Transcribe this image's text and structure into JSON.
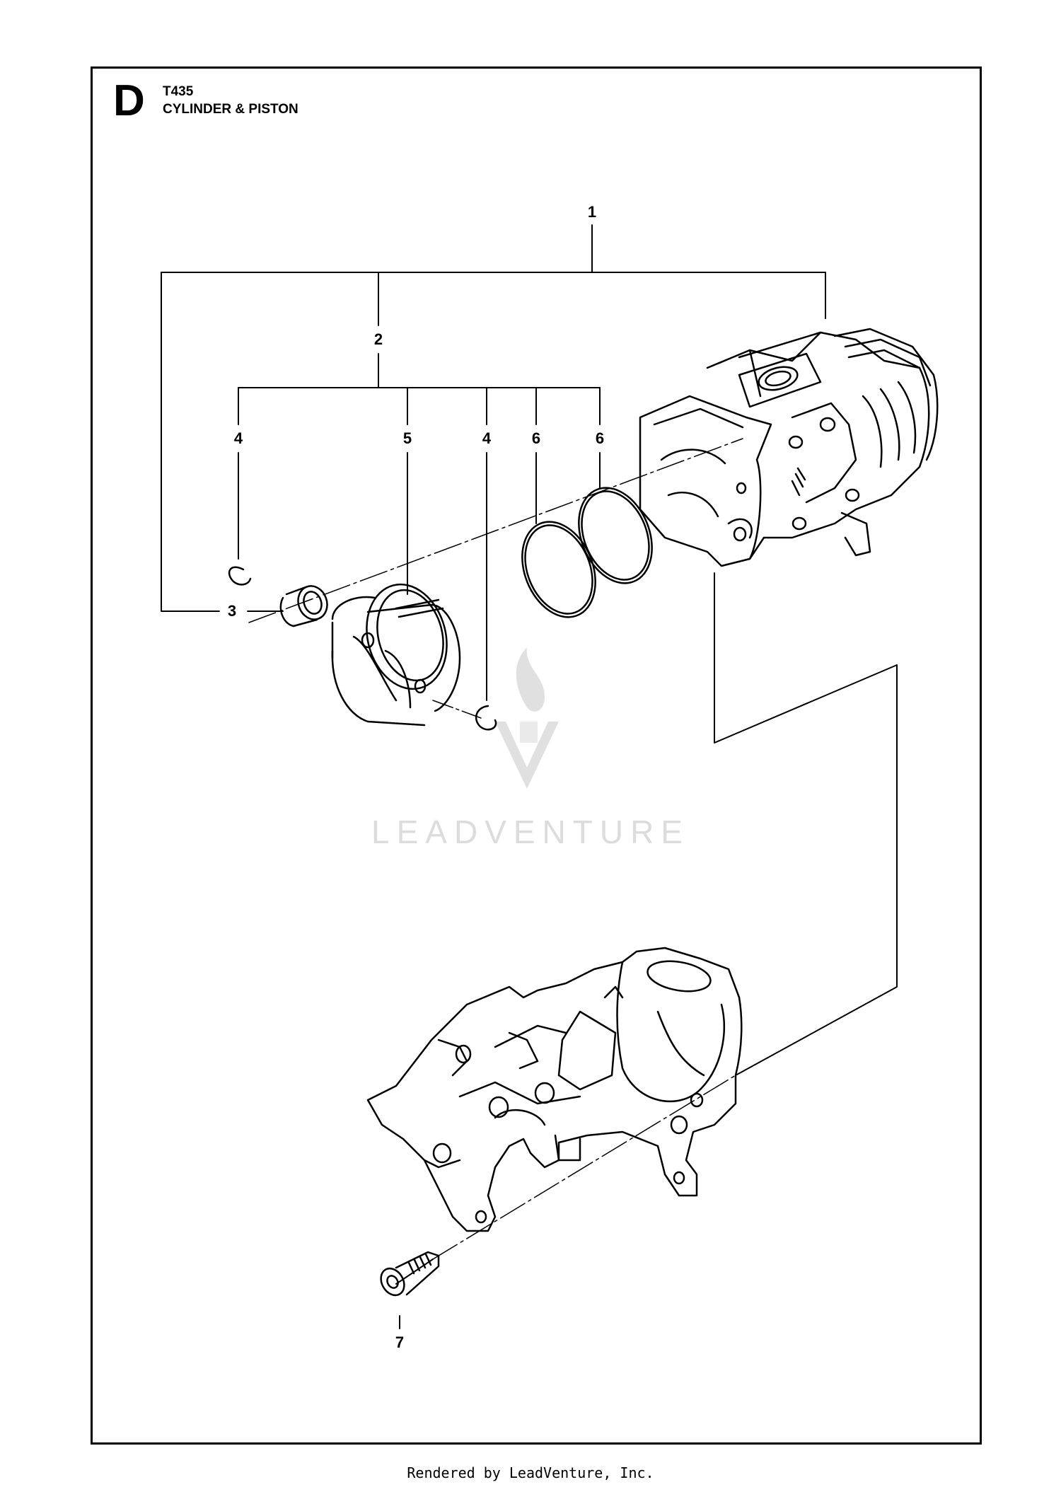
{
  "header": {
    "section_letter": "D",
    "model": "T435",
    "title": "CYLINDER & PISTON"
  },
  "callouts": [
    {
      "id": "1",
      "label": "1"
    },
    {
      "id": "2",
      "label": "2"
    },
    {
      "id": "3",
      "label": "3"
    },
    {
      "id": "4a",
      "label": "4"
    },
    {
      "id": "5",
      "label": "5"
    },
    {
      "id": "4b",
      "label": "4"
    },
    {
      "id": "6a",
      "label": "6"
    },
    {
      "id": "6b",
      "label": "6"
    },
    {
      "id": "7",
      "label": "7"
    }
  ],
  "watermark": {
    "text": "LEADVENTURE",
    "logo": "flame-v-logo"
  },
  "footer": {
    "text": "Rendered by LeadVenture, Inc."
  },
  "colors": {
    "line": "#000000",
    "watermark": "#d9d9d9"
  }
}
